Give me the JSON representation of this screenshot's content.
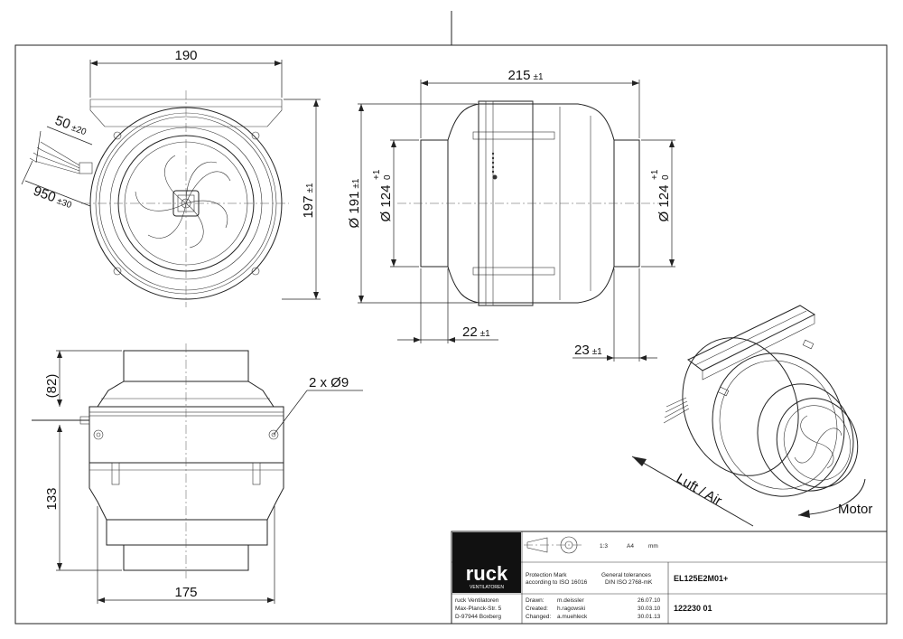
{
  "dimensions": {
    "front_width": "190",
    "front_height": "197",
    "front_height_tol": "±1",
    "cable_length_short": "50",
    "cable_length_short_tol": "±20",
    "cable_length_long": "950",
    "cable_length_long_tol": "±30",
    "side_length": "215",
    "side_length_tol": "±1",
    "side_diameter": "Ø 191",
    "side_diameter_tol": "±1",
    "inlet_diameter": "Ø 124",
    "inlet_tol_upper": "+1",
    "inlet_tol_lower": "0",
    "outlet_diameter": "Ø 124",
    "outlet_tol_upper": "+1",
    "outlet_tol_lower": "0",
    "inlet_collar": "22",
    "inlet_collar_tol": "±1",
    "outlet_collar": "23",
    "outlet_collar_tol": "±1",
    "bottom_top_height": "(82)",
    "bottom_lower_height": "133",
    "bottom_width": "175",
    "mounting_holes": "2 x Ø9"
  },
  "labels": {
    "airflow": "Luft / Air",
    "motor": "Motor"
  },
  "title_block": {
    "logo_text": "ruck",
    "logo_sub": "VENTILATOREN",
    "scale": "1:3",
    "paper": "A4",
    "unit": "mm",
    "protection_mark_1": "Protection Mark",
    "protection_mark_2": "according to ISO 16016",
    "general_tol_1": "General tolerances",
    "general_tol_2": "DIN ISO 2768-mK",
    "part_name": "EL125E2M01+",
    "drawing_number": "122230 01",
    "company_1": "ruck Ventilatoren",
    "company_2": "Max-Planck-Str. 5",
    "company_3": "D-97944 Boxberg",
    "drawn_label": "Drawn:",
    "drawn_by": "m.deissler",
    "drawn_date": "26.07.10",
    "created_label": "Created:",
    "created_by": "h.ragowski",
    "created_date": "30.03.10",
    "changed_label": "Changed:",
    "changed_by": "a.muehleck",
    "changed_date": "30.01.13"
  }
}
